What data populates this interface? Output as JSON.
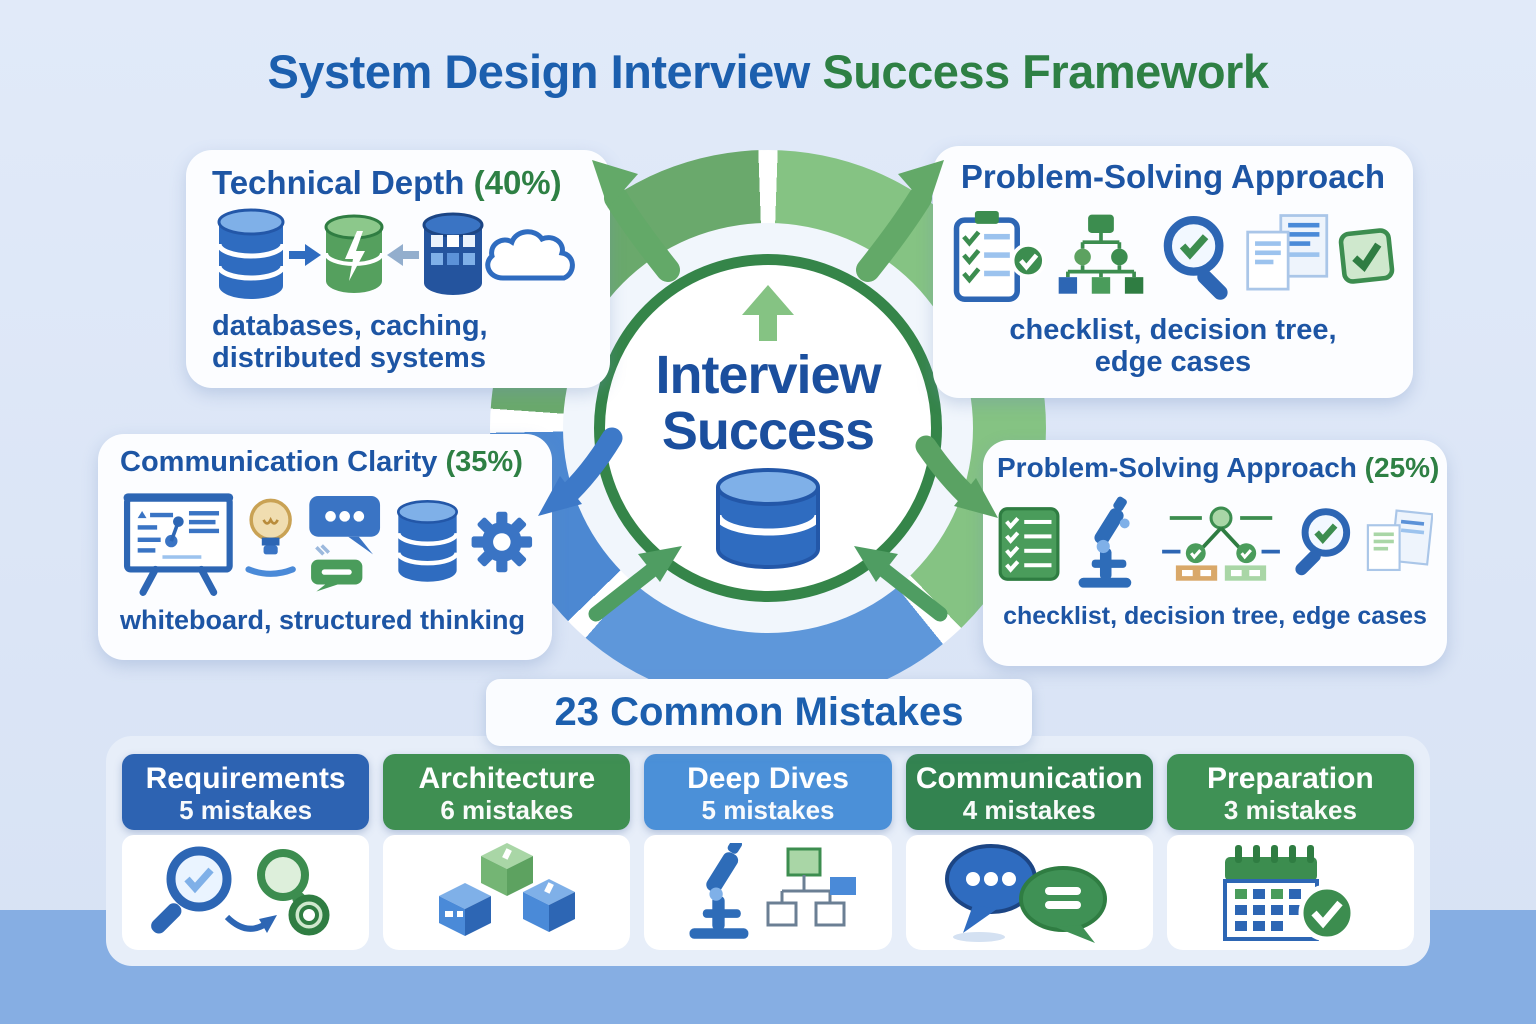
{
  "title": {
    "blue": "System Design Interview",
    "green": "Success Framework"
  },
  "center": {
    "line1": "Interview",
    "line2": "Success"
  },
  "factor_cards": {
    "technical_depth": {
      "title": "Technical Depth",
      "percent": "(40%)",
      "subtitle_line1": "databases, caching,",
      "subtitle_line2": "distributed systems"
    },
    "problem_solving_top": {
      "title": "Problem-Solving Approach",
      "subtitle_line1": "checklist, decision tree,",
      "subtitle_line2": "edge cases"
    },
    "communication_clarity": {
      "title": "Communication Clarity",
      "percent": "(35%)",
      "subtitle": "whiteboard, structured thinking"
    },
    "problem_solving_right": {
      "title": "Problem-Solving Approach",
      "percent": "(25%)",
      "subtitle": "checklist, decision tree, edge cases"
    }
  },
  "mistakes": {
    "banner": "23 Common Mistakes",
    "items": [
      {
        "label": "Requirements",
        "count": "5 mistakes",
        "color": "#2d63b2"
      },
      {
        "label": "Architecture",
        "count": "6 mistakes",
        "color": "#3f8f52"
      },
      {
        "label": "Deep Dives",
        "count": "5 mistakes",
        "color": "#4b90d8"
      },
      {
        "label": "Communication",
        "count": "4 mistakes",
        "color": "#338350"
      },
      {
        "label": "Preparation",
        "count": "3 mistakes",
        "color": "#3f9155"
      }
    ]
  },
  "colors": {
    "title_blue": "#1c5fae",
    "title_green": "#2e8044",
    "text_blue": "#1d55a4",
    "donut_green_light": "#85c383",
    "donut_green_dark": "#6aa96c",
    "donut_blue_light": "#5e97da",
    "donut_blue_dark": "#4c88d2",
    "inner_ring_green": "#358549",
    "background": "#dbe5f6",
    "bottom_strip": "#86aee3"
  }
}
